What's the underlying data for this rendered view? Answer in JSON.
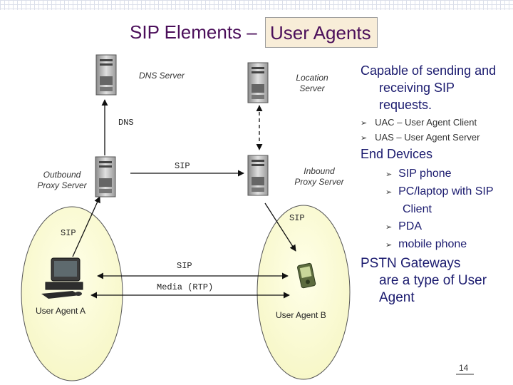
{
  "title": {
    "part1": "SIP Elements –",
    "part2": "User Agents"
  },
  "servers": {
    "dns": "DNS Server",
    "location": [
      "Location",
      "Server"
    ],
    "outbound": [
      "Outbound",
      "Proxy Server"
    ],
    "inbound": [
      "Inbound",
      "Proxy Server"
    ]
  },
  "links": {
    "dns": "DNS",
    "sip_top": "SIP",
    "sip_right": "SIP",
    "sip_left": "SIP",
    "sip_mid": "SIP",
    "media": "Media (RTP)"
  },
  "agents": {
    "a": "User Agent A",
    "b": "User Agent B"
  },
  "right": {
    "capable": [
      "Capable of sending and",
      "receiving SIP",
      "requests."
    ],
    "ua_list": [
      "UAC – User Agent Client",
      "UAS – User Agent Server"
    ],
    "end_devices": "End Devices",
    "devices": [
      "SIP phone",
      "PC/laptop with SIP",
      "Client",
      "PDA",
      "mobile phone"
    ],
    "pstn": [
      "PSTN Gateways",
      "are a type of User",
      "Agent"
    ]
  },
  "page_number": "14",
  "icons": {
    "bullet": "arrow-bullet-icon",
    "server": "server-tower-icon"
  }
}
